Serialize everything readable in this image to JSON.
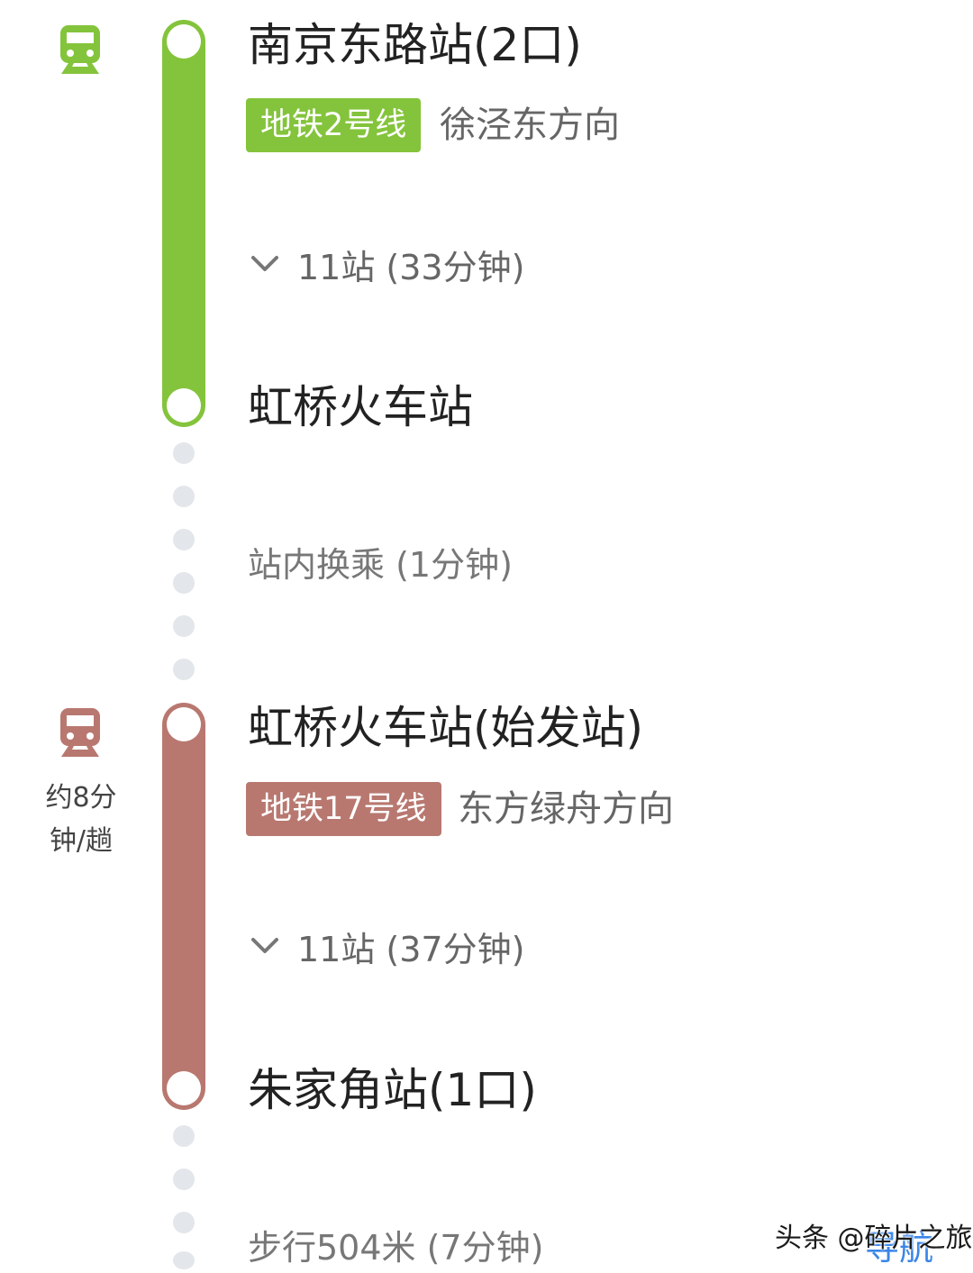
{
  "colors": {
    "line2": "#84c43c",
    "line17": "#b87870",
    "walk_dots": "#e3e6ea",
    "nav_link": "#3a86e8"
  },
  "segments": [
    {
      "icon": "subway-train-icon",
      "board_station": "南京东路站(2口)",
      "line_badge": "地铁2号线",
      "direction": "徐泾东方向",
      "stops": "11站 (33分钟)",
      "alight_station": "虹桥火车站"
    },
    {
      "icon": "subway-train-icon",
      "frequency_line1": "约8分",
      "frequency_line2": "钟/趟",
      "board_station": "虹桥火车站(始发站)",
      "line_badge": "地铁17号线",
      "direction": "东方绿舟方向",
      "stops": "11站 (37分钟)",
      "alight_station": "朱家角站(1口)"
    }
  ],
  "transfer": {
    "text": "站内换乘 (1分钟)"
  },
  "walk": {
    "text": "步行504米 (7分钟)",
    "nav_label": "导航"
  },
  "watermark": "头条 @碎片之旅"
}
